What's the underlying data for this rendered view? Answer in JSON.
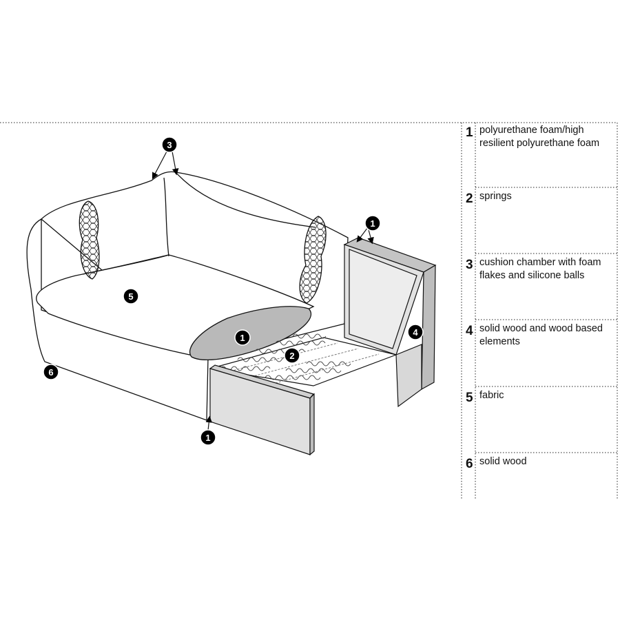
{
  "callouts": {
    "c3": "3",
    "c1_back": "1",
    "c5": "5",
    "c1_cushion": "1",
    "c2": "2",
    "c4": "4",
    "c6": "6",
    "c1_bottom": "1"
  },
  "legend": [
    {
      "num": "1",
      "text": "polyurethane foam/high resilient polyurethane foam"
    },
    {
      "num": "2",
      "text": "springs"
    },
    {
      "num": "3",
      "text": "cushion chamber with foam flakes and silicone balls"
    },
    {
      "num": "4",
      "text": "solid wood and wood based elements"
    },
    {
      "num": "5",
      "text": "fabric"
    },
    {
      "num": "6",
      "text": "solid wood"
    }
  ]
}
